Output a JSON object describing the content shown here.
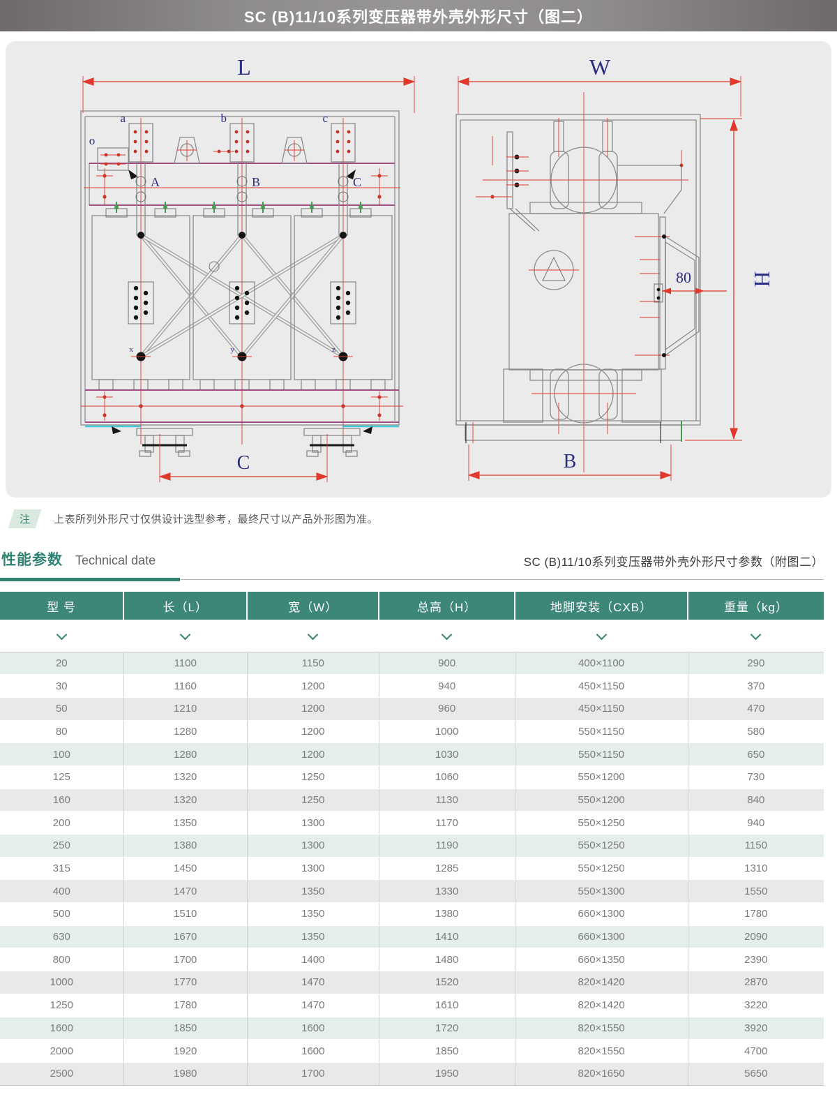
{
  "header": {
    "title": "SC (B)11/10系列变压器带外壳外形尺寸（图二）"
  },
  "drawing": {
    "front_view": {
      "dim_length": "L",
      "dim_foot": "C",
      "labels": {
        "o": "o",
        "a": "a",
        "b": "b",
        "c": "c",
        "A": "A",
        "B": "B",
        "C": "C",
        "x": "x",
        "y": "y",
        "z": "z"
      }
    },
    "side_view": {
      "dim_width": "W",
      "dim_height": "H",
      "dim_base": "B",
      "dim_80": "80"
    }
  },
  "note": {
    "badge": "注",
    "text": "上表所列外形尺寸仅供设计选型参考，最终尺寸以产品外形图为准。"
  },
  "section": {
    "title_zh": "性能参数",
    "title_en": "Technical date",
    "subtitle": "SC (B)11/10系列变压器带外壳外形尺寸参数（附图二）"
  },
  "table": {
    "columns": [
      {
        "key": "model",
        "label": "型 号"
      },
      {
        "key": "length",
        "label": "长（L）"
      },
      {
        "key": "width",
        "label": "宽（W）"
      },
      {
        "key": "height",
        "label": "总高（H）"
      },
      {
        "key": "foot",
        "label": "地脚安装（CXB）"
      },
      {
        "key": "weight",
        "label": "重量（kg）"
      }
    ],
    "rows": [
      [
        "20",
        "1100",
        "1150",
        "900",
        "400×1100",
        "290"
      ],
      [
        "30",
        "1160",
        "1200",
        "940",
        "450×1150",
        "370"
      ],
      [
        "50",
        "1210",
        "1200",
        "960",
        "450×1150",
        "470"
      ],
      [
        "80",
        "1280",
        "1200",
        "1000",
        "550×1150",
        "580"
      ],
      [
        "100",
        "1280",
        "1200",
        "1030",
        "550×1150",
        "650"
      ],
      [
        "125",
        "1320",
        "1250",
        "1060",
        "550×1200",
        "730"
      ],
      [
        "160",
        "1320",
        "1250",
        "1130",
        "550×1200",
        "840"
      ],
      [
        "200",
        "1350",
        "1300",
        "1170",
        "550×1250",
        "940"
      ],
      [
        "250",
        "1380",
        "1300",
        "1190",
        "550×1250",
        "1150"
      ],
      [
        "315",
        "1450",
        "1300",
        "1285",
        "550×1250",
        "1310"
      ],
      [
        "400",
        "1470",
        "1350",
        "1330",
        "550×1300",
        "1550"
      ],
      [
        "500",
        "1510",
        "1350",
        "1380",
        "660×1300",
        "1780"
      ],
      [
        "630",
        "1670",
        "1350",
        "1410",
        "660×1300",
        "2090"
      ],
      [
        "800",
        "1700",
        "1400",
        "1480",
        "660×1350",
        "2390"
      ],
      [
        "1000",
        "1770",
        "1470",
        "1520",
        "820×1420",
        "2870"
      ],
      [
        "1250",
        "1780",
        "1470",
        "1610",
        "820×1420",
        "3220"
      ],
      [
        "1600",
        "1850",
        "1600",
        "1720",
        "820×1550",
        "3920"
      ],
      [
        "2000",
        "1920",
        "1600",
        "1850",
        "820×1550",
        "4700"
      ],
      [
        "2500",
        "1980",
        "1700",
        "1950",
        "820×1650",
        "5650"
      ]
    ]
  },
  "colors": {
    "accent_teal": "#2f8272",
    "table_header": "#3d8779",
    "row_mint": "#e4efe9",
    "row_gray": "#e9e9e9",
    "dim_red": "#e0392c",
    "label_navy": "#2b2d80",
    "beam_magenta": "#a34e82"
  }
}
